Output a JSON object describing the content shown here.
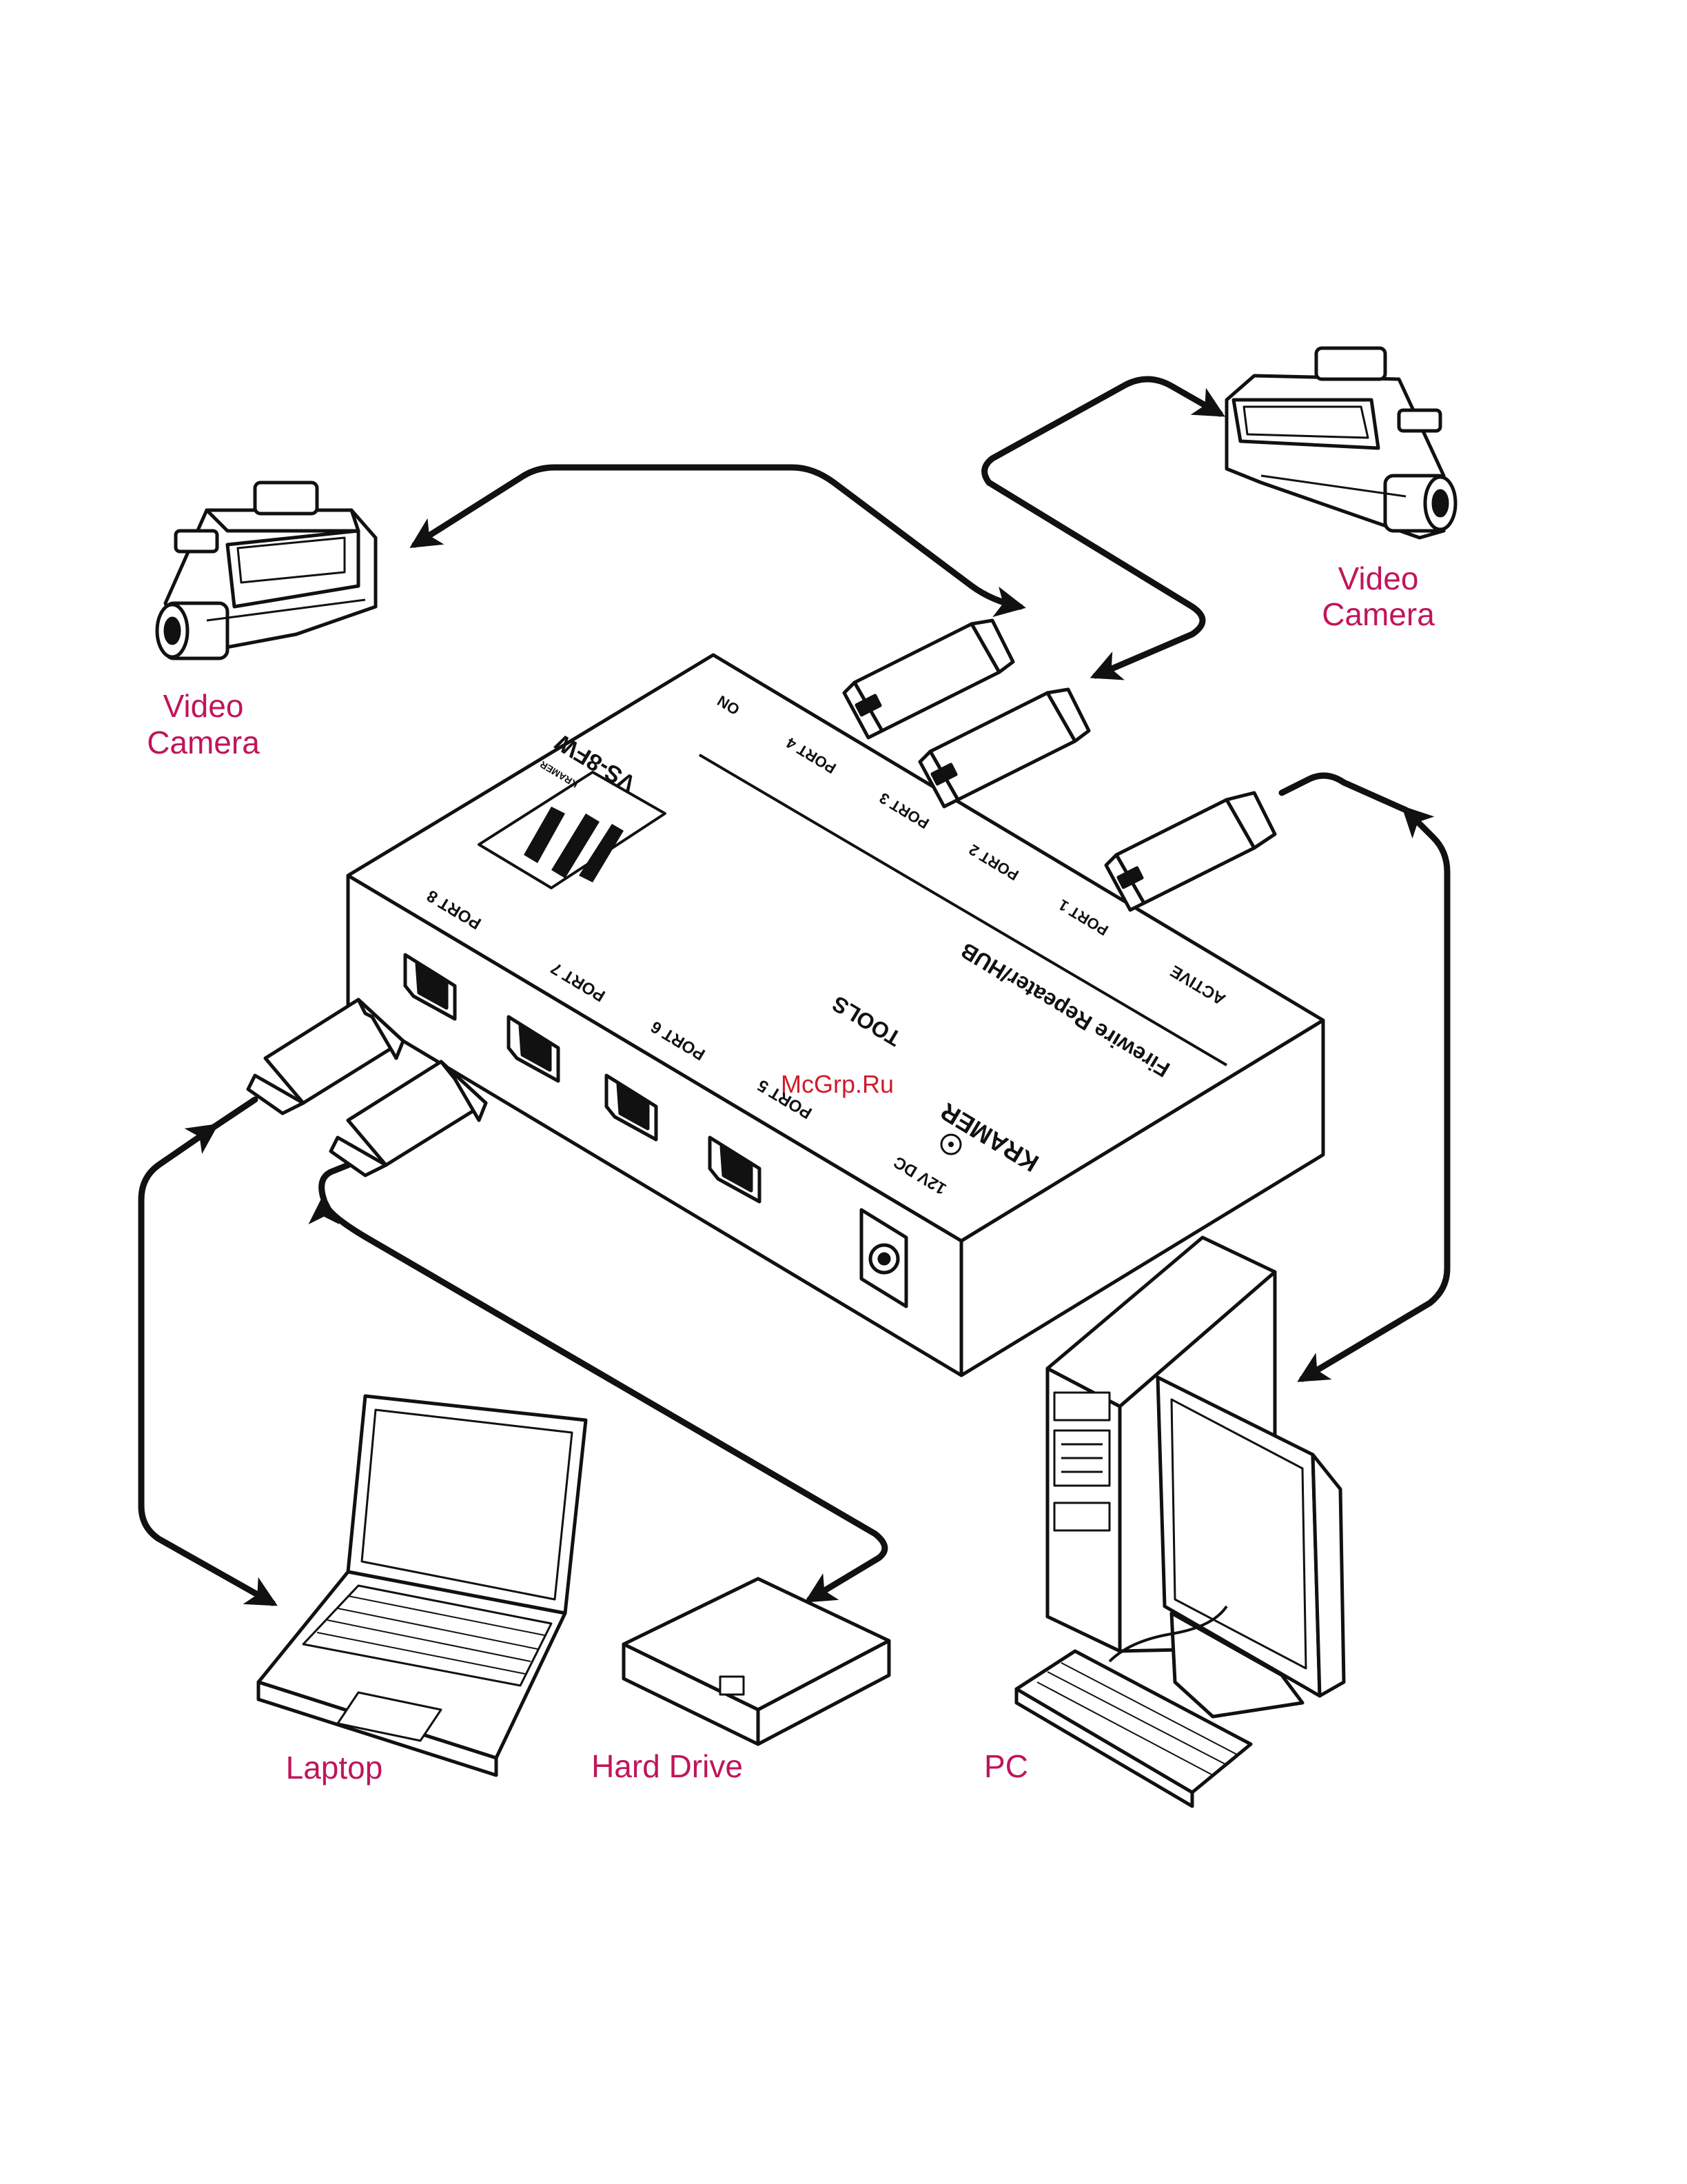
{
  "labels": {
    "camera_left": [
      "Video",
      "Camera"
    ],
    "camera_right": [
      "Video",
      "Camera"
    ],
    "laptop": "Laptop",
    "hard_drive": "Hard Drive",
    "pc": "PC"
  },
  "device": {
    "model": "VS-8FW",
    "brand": "KRAMER",
    "brand_logo_text": "KRAMER",
    "tools": "TOOLS",
    "subtitle": "Firewire Repeater/HUB",
    "top_labels": [
      "ON",
      "PORT 4",
      "PORT 3",
      "PORT 2",
      "PORT 1",
      "ACTIVE"
    ],
    "front_ports": [
      "PORT 8",
      "PORT 7",
      "PORT 6",
      "PORT 5"
    ],
    "power": "12V DC"
  },
  "watermark": "McGrp.Ru",
  "colors": {
    "label": "#c0155a",
    "line": "#111111",
    "watermark": "#d21a2a"
  }
}
